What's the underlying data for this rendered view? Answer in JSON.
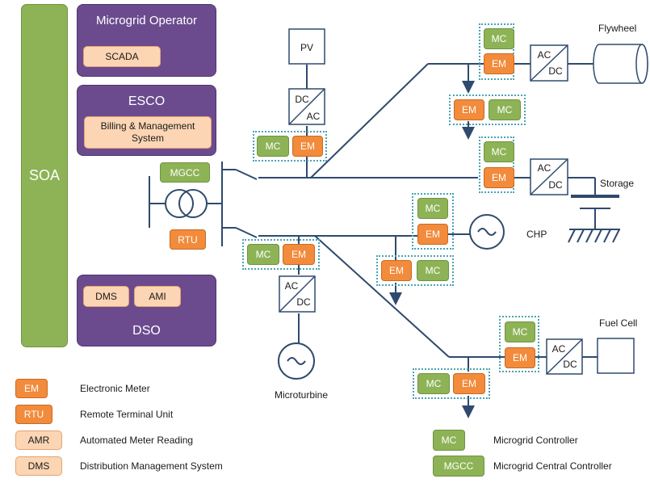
{
  "soa": {
    "label": "SOA"
  },
  "microgrid_operator": {
    "title": "Microgrid Operator",
    "scada": "SCADA"
  },
  "esco": {
    "title": "ESCO",
    "billing_line1": "Billing & Management",
    "billing_line2": "System"
  },
  "dso": {
    "title": "DSO",
    "dms": "DMS",
    "ami": "AMI"
  },
  "boxes": {
    "mgcc": "MGCC",
    "rtu": "RTU",
    "mc": "MC",
    "em": "EM",
    "pv": "PV",
    "dc": "DC",
    "ac": "AC"
  },
  "labels": {
    "flywheel": "Flywheel",
    "storage": "Storage",
    "chp": "CHP",
    "fuel_cell": "Fuel Cell",
    "microturbine": "Microturbine"
  },
  "legend": {
    "em_key": "EM",
    "em_desc": "Electronic Meter",
    "rtu_key": "RTU",
    "rtu_desc": "Remote Terminal Unit",
    "amr_key": "AMR",
    "amr_desc": "Automated Meter Reading",
    "dms_key": "DMS",
    "dms_desc": "Distribution Management System",
    "mc_key": "MC",
    "mc_desc": "Microgrid Controller",
    "mgcc_key": "MGCC",
    "mgcc_desc": "Microgrid Central Controller"
  },
  "colors": {
    "purple": "#6b4b8e",
    "green": "#8db356",
    "orange": "#f28b3c",
    "peach": "#fcd5b4",
    "line": "#2f4a6e",
    "dotted": "#4aa3b5"
  }
}
